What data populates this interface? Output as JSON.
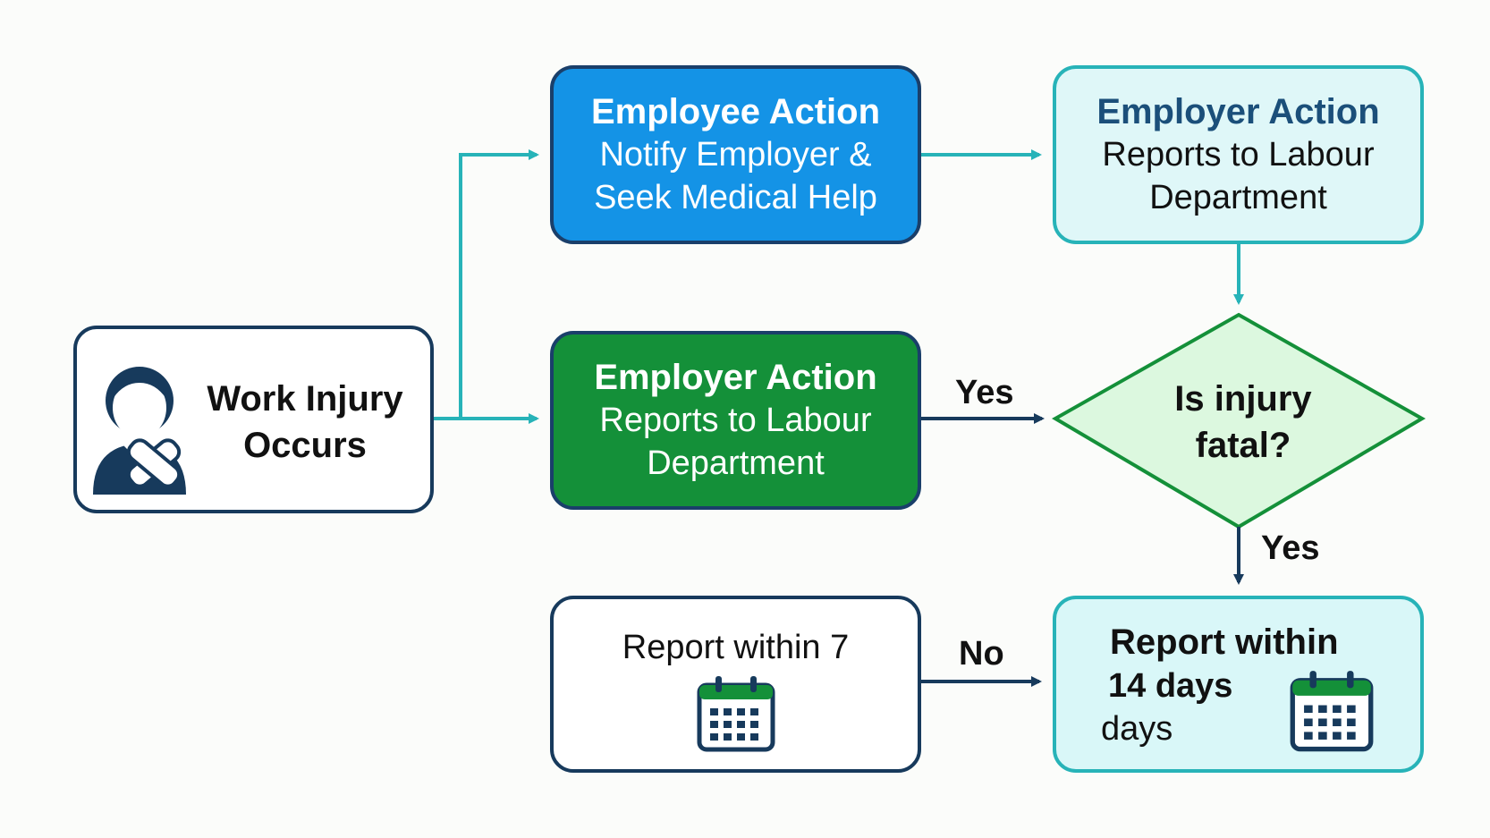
{
  "nodes": {
    "start": {
      "label": "Work Injury Occurs",
      "icon": "injured-person-icon"
    },
    "employee_action": {
      "title": "Employee Action",
      "body": "Notify Employer & Seek Medical Help"
    },
    "employer_action_top": {
      "title": "Employer Action",
      "body": "Reports to Labour Department"
    },
    "employer_action_mid": {
      "title": "Employer Action",
      "body": "Reports to Labour Department"
    },
    "decision": {
      "label": "Is injury fatal?"
    },
    "report_7": {
      "body": "Report within 7",
      "icon": "calendar-icon"
    },
    "report_14": {
      "title": "Report within",
      "line2": "14 days",
      "line3": "days",
      "icon": "calendar-icon"
    }
  },
  "edges": {
    "mid_to_decision": "Yes",
    "decision_to_report14": "Yes",
    "report7_to_report14": "No"
  },
  "colors": {
    "employee_fill": "#1493e6",
    "employer_top_fill": "#dff7f8",
    "employer_mid_fill": "#149039",
    "decision_fill": "#dcf8df",
    "report14_fill": "#d9f7f8",
    "teal_arrow": "#27b3b8",
    "navy_arrow": "#173a5c"
  }
}
